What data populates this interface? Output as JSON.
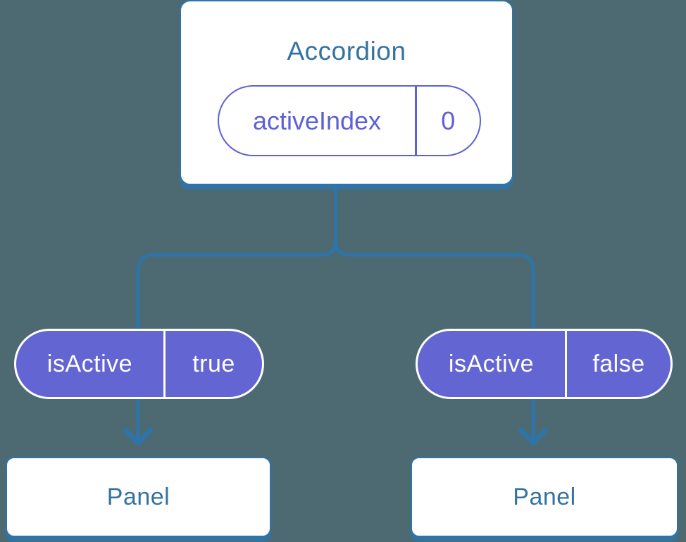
{
  "colors": {
    "bg": "#4d6a73",
    "blue": "#2e74a8",
    "heading": "#35739f",
    "purple": "#5e61d6",
    "pill": "#6365d2",
    "pill-text": "#ffffff"
  },
  "tree": {
    "root": {
      "title": "Accordion",
      "state": {
        "name": "activeIndex",
        "value": "0"
      }
    },
    "props": [
      {
        "name": "isActive",
        "value": "true"
      },
      {
        "name": "isActive",
        "value": "false"
      }
    ],
    "children": [
      {
        "title": "Panel"
      },
      {
        "title": "Panel"
      }
    ]
  }
}
